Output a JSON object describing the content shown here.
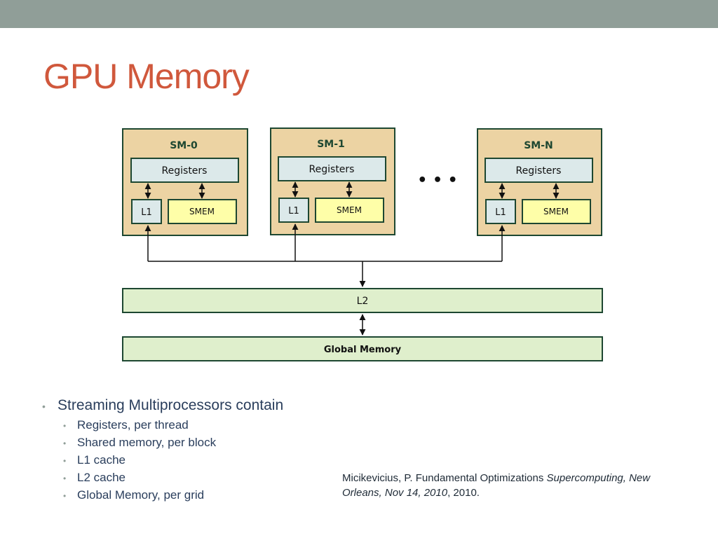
{
  "title": "GPU Memory",
  "diagram": {
    "sms": [
      {
        "name": "SM-0",
        "registers": "Registers",
        "l1": "L1",
        "smem": "SMEM"
      },
      {
        "name": "SM-1",
        "registers": "Registers",
        "l1": "L1",
        "smem": "SMEM"
      },
      {
        "name": "SM-N",
        "registers": "Registers",
        "l1": "L1",
        "smem": "SMEM"
      }
    ],
    "ellipsis": "• • •",
    "l2": "L2",
    "global_memory": "Global Memory",
    "colors": {
      "sm_fill": "#ecd3a3",
      "sm_border": "#1d4731",
      "registers_fill": "#dce9ea",
      "smem_fill": "#fefea8",
      "memory_fill": "#dfefcc",
      "title_color": "#d0583c"
    }
  },
  "bullets": {
    "main": "Streaming Multiprocessors contain",
    "items": [
      "Registers, per thread",
      "Shared memory, per block",
      "L1 cache",
      "L2 cache",
      "Global Memory, per grid"
    ]
  },
  "citation": {
    "prefix": "Micikevicius, P. Fundamental Optimizations ",
    "italic": "Supercomputing, New Orleans, Nov 14, 2010",
    "suffix": ", 2010."
  }
}
